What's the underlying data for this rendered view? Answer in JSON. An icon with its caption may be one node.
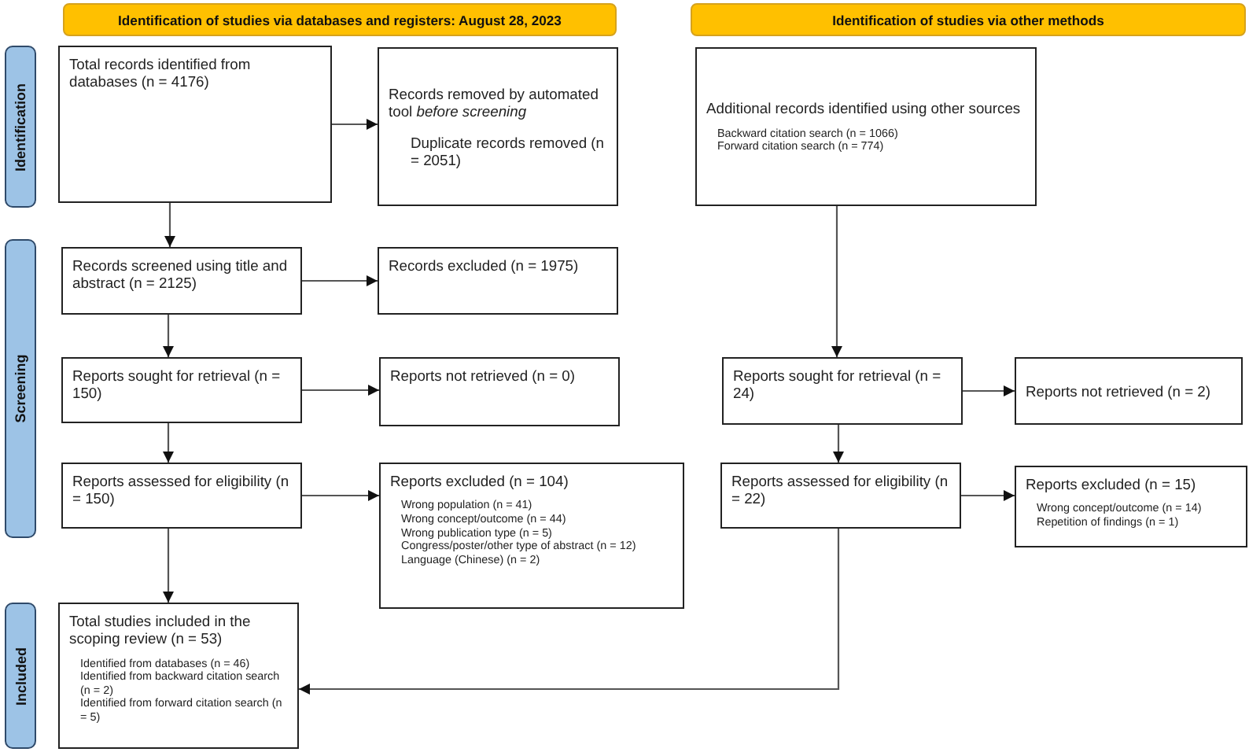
{
  "diagram": {
    "nodes": [
      {
        "text": [
          "Identification of studies via databases and registers: August 28, 2023"
        ]
      },
      {
        "text": [
          "Identification of studies via other methods"
        ]
      },
      {
        "text": [
          "Identification"
        ]
      },
      {
        "text": [
          "Screening"
        ]
      },
      {
        "text": [
          "Included"
        ]
      },
      {
        "text": [
          "Total records identified from databases (n = 4176)"
        ]
      },
      {
        "text": [
          "Records removed by automated tool *before screening*",
          "Duplicate records removed (n = 2051)"
        ]
      },
      {
        "text": [
          "Additional records identified using other sources",
          "Backward citation search (n = 1066)",
          "Forward citation search (n = 774)"
        ]
      },
      {
        "text": [
          "Records screened using title and abstract (n = 2125)"
        ]
      },
      {
        "text": [
          "Records excluded (n = 1975)"
        ]
      },
      {
        "text": [
          "Reports sought for retrieval (n = 150)"
        ]
      },
      {
        "text": [
          "Reports not retrieved (n = 0)"
        ]
      },
      {
        "text": [
          "Reports sought for retrieval (n = 24)"
        ]
      },
      {
        "text": [
          "Reports not retrieved (n = 2)"
        ]
      },
      {
        "text": [
          "Reports assessed for eligibility (n = 150)"
        ]
      },
      {
        "text": [
          "Reports excluded (n = 104)",
          "Wrong population (n = 41)",
          "Wrong concept/outcome (n = 44)",
          "Wrong publication type (n = 5)",
          "Congress/poster/other type of abstract (n = 12)",
          "Language (Chinese) (n = 2)"
        ]
      },
      {
        "text": [
          "Reports assessed for eligibility (n = 22)"
        ]
      },
      {
        "text": [
          "Reports excluded (n = 15)",
          "Wrong concept/outcome (n = 14)",
          "Repetition of findings (n = 1)"
        ]
      },
      {
        "text": [
          "Total studies included in the scoping review (n = 53)",
          "Identified from databases (n = 46)",
          "Identified from backward citation search (n = 2)",
          "Identified from forward citation search (n = 5)"
        ]
      }
    ],
    "edges": [
      {
        "from": 5,
        "to": 6,
        "arrow": "to"
      },
      {
        "from": 5,
        "to": 8,
        "arrow": "to"
      },
      {
        "from": 8,
        "to": 9,
        "arrow": "to"
      },
      {
        "from": 8,
        "to": 10,
        "arrow": "to"
      },
      {
        "from": 10,
        "to": 11,
        "arrow": "to"
      },
      {
        "from": 10,
        "to": 14,
        "arrow": "to"
      },
      {
        "from": 14,
        "to": 15,
        "arrow": "to"
      },
      {
        "from": 14,
        "to": 18,
        "arrow": "to"
      },
      {
        "from": 7,
        "to": 12,
        "arrow": "to"
      },
      {
        "from": 12,
        "to": 13,
        "arrow": "to"
      },
      {
        "from": 12,
        "to": 16,
        "arrow": "to"
      },
      {
        "from": 16,
        "to": 17,
        "arrow": "to"
      },
      {
        "from": 16,
        "to": 18,
        "arrow": "to"
      }
    ]
  }
}
